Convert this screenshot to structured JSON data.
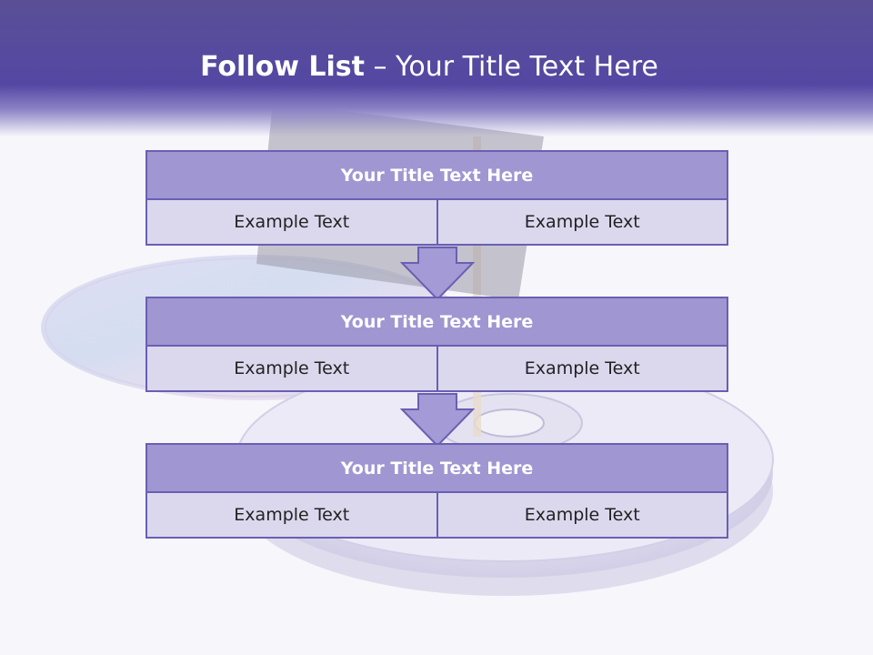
{
  "header": {
    "title_bold": "Follow List",
    "title_rest": " – Your Title Text Here"
  },
  "blocks": [
    {
      "title": "Your Title Text Here",
      "left": "Example Text",
      "right": "Example Text"
    },
    {
      "title": "Your Title Text Here",
      "left": "Example Text",
      "right": "Example Text"
    },
    {
      "title": "Your Title Text Here",
      "left": "Example Text",
      "right": "Example Text"
    }
  ],
  "colors": {
    "header_band": "#5447a3",
    "box_title_fill": "#9f96d2",
    "box_cell_fill": "#dbd8ee",
    "box_border": "#6a5fb3"
  }
}
